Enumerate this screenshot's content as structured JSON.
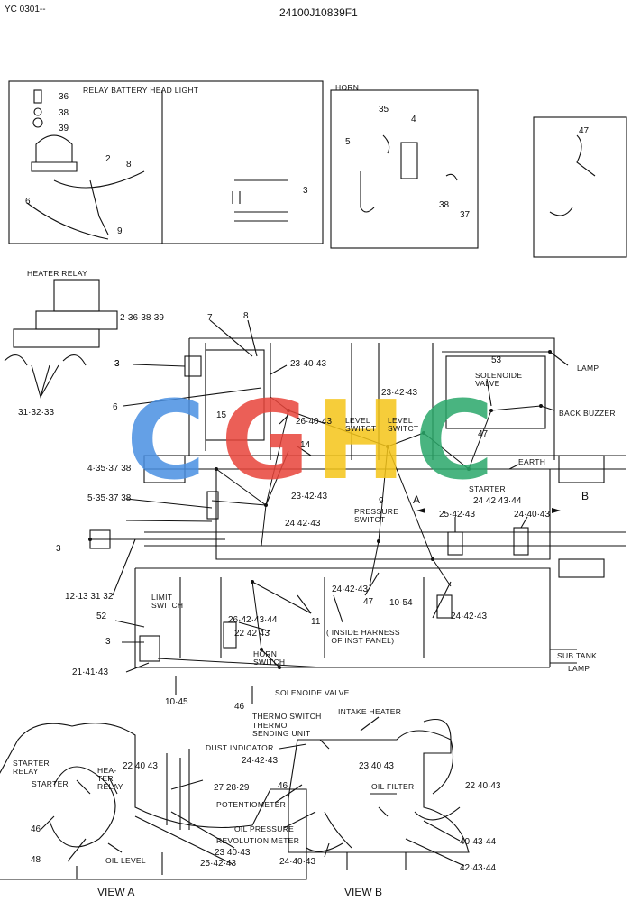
{
  "header": {
    "doc_code": "YC 0301--",
    "part_number": "24100J10839F1"
  },
  "watermark": {
    "letters": [
      "C",
      "G",
      "H",
      "C"
    ],
    "colors": [
      "#4a90e2",
      "#e8443a",
      "#f5c518",
      "#2aa86a"
    ]
  },
  "panels": {
    "relay_battery": {
      "title": "RELAY BATTERY  HEAD LIGHT",
      "nums": [
        "36",
        "38",
        "39",
        "2",
        "8",
        "6",
        "9",
        "3"
      ]
    },
    "horn": {
      "title": "HORN",
      "nums": [
        "35",
        "4",
        "5",
        "38",
        "37"
      ]
    },
    "lamp_detail": {
      "nums": [
        "47"
      ]
    }
  },
  "heater_relay": {
    "title": "HEATER RELAY",
    "nums": [
      "3",
      "31·32·33"
    ]
  },
  "main": {
    "l_2_36": "2·36·38·39",
    "l_7": "7",
    "l_8": "8",
    "l_3a": "3",
    "l_23_40": "23·40·43",
    "l_6": "6",
    "l_15": "15",
    "l_26_40": "26·40·43",
    "l_14": "14",
    "l_4_35": "4·35·37 38",
    "l_5_35": "5·35·37 38",
    "l_23_42a": "23·42·43",
    "l_24_42a": "24 42·43",
    "l_3b": "3",
    "l_12_13": "12·13 31 32",
    "limit_switch": "LIMIT\nSWITCH",
    "l_52": "52",
    "l_3c": "3",
    "l_26_42": "26·42·43·44",
    "l_22_42": "22 42 43",
    "horn_switch": "HORN\nSWITCH",
    "l_21_41": "21·41·43",
    "l_10_45": "10·45",
    "l_46": "46",
    "solenoid_valve_bottom": "SOLENOIDE VALVE",
    "l_11": "11",
    "inside_harness": "( INSIDE HARNESS\n  OF INST PANEL)",
    "l_23_42b": "23·42·43",
    "level_switch_1": "LEVEL\nSWITCT",
    "level_switch_2": "LEVEL\nSWITCT",
    "l_9": "9",
    "pressure_switch": "PRESSURE\nSWITCT",
    "view_a": "A",
    "view_b": "B",
    "l_25_42": "25·42·43",
    "l_24_40": "24·40·43",
    "l_47": "47",
    "l_10_54": "10·54",
    "l_24_42b": "24·42·43",
    "l_24_42c": "24·42·43",
    "l_53": "53",
    "solenoid_valve": "SOLENOIDE\nVALVE",
    "lamp": "LAMP",
    "back_buzzer": "BACK BUZZER",
    "l_47b": "47",
    "earth": "EARTH",
    "starter": "STARTER",
    "l_24_42_44": "24 42 43·44",
    "sub_tank": "SUB TANK",
    "lamp2": "LAMP"
  },
  "engine": {
    "starter_relay": "STARTER\nRELAY",
    "starter": "STARTER",
    "heater_relay": "HEA-\nTER\nRELAY",
    "l_22_40": "22 40 43",
    "l_46": "46",
    "l_48": "48",
    "oil_level": "OIL LEVEL",
    "view_a_label": "VIEW A",
    "thermo_switch": "THERMO SWITCH",
    "thermo_sending": "THERMO\nSENDING UNIT",
    "intake_heater": "INTAKE HEATER",
    "dust_indicator": "DUST INDICATOR",
    "l_24_42": "24·42·43",
    "l_27_28": "27 28·29",
    "l_46b": "46",
    "potentiometer": "POTENTIOMETER",
    "l_23_40": "23 40 43",
    "oil_filter": "OIL FILTER",
    "l_22_40b": "22 40·43",
    "oil_pressure": "OIL PRESSURE",
    "revolution_meter": "REVOLUTION METER",
    "l_23_40b": "23 40·43",
    "l_25_42": "25·42·43",
    "l_24_40": "24·40·43",
    "l_40_43_44": "40·43·44",
    "l_42_43_44": "42·43·44",
    "view_b_label": "VIEW B"
  }
}
